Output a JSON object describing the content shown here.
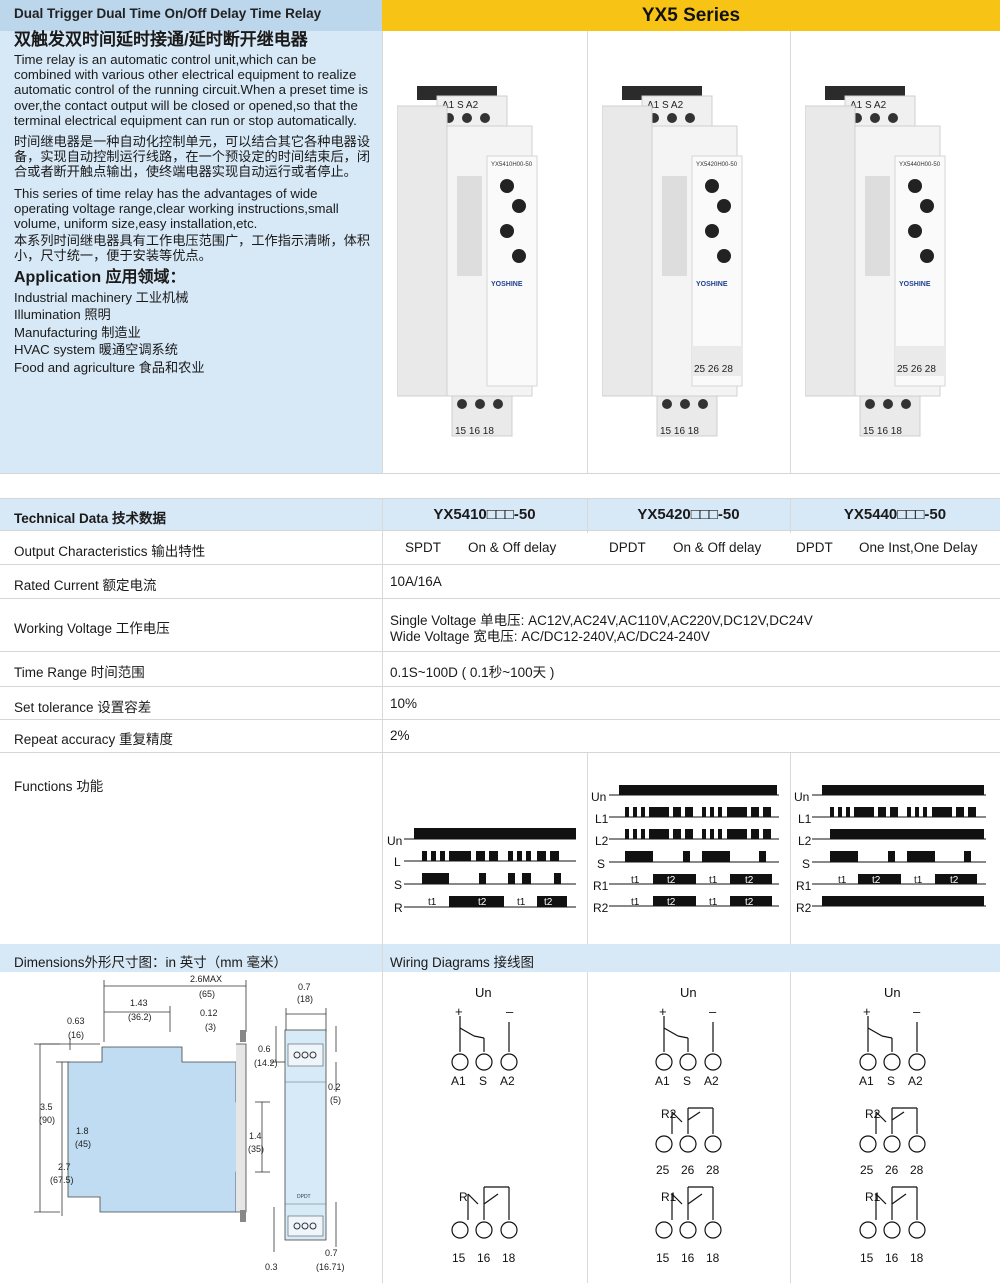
{
  "header": {
    "title": "Dual Trigger Dual Time On/Off Delay Time Relay",
    "series": "YX5 Series"
  },
  "intro": {
    "cn_title": "双触发双时间延时接通/延时断开继电器",
    "p1_en": "Time relay is an automatic control unit,which can be combined with various other electrical equipment to realize automatic control of the running circuit.When a preset time is over,the contact output will be closed or opened,so that the terminal electrical equipment can run or stop automatically.",
    "p1_cn": "时间继电器是一种自动化控制单元，可以结合其它各种电器设备，实现自动控制运行线路，在一个预设定的时间结束后，闭合或者断开触点输出，使终端电器实现自动运行或者停止。",
    "p2_en": "This series of time relay has the advantages of wide operating voltage range,clear working instructions,small volume, uniform size,easy installation,etc.",
    "p2_cn": "本系列时间继电器具有工作电压范围广，工作指示清晰，体积小，尺寸统一，便于安装等优点。",
    "app_title": "Application 应用领域：",
    "applications": [
      "Industrial machinery 工业机械",
      "Illumination 照明",
      "Manufacturing 制造业",
      "HVAC system 暖通空调系统",
      "Food and agriculture 食品和农业"
    ]
  },
  "products": [
    {
      "model_label": "YX5410H00-50",
      "brand": "YOSHINE",
      "terminals_top": "A1 S A2",
      "terminals_bottom": "15 16 18",
      "terminals_mid": ""
    },
    {
      "model_label": "YX5420H00-50",
      "brand": "YOSHINE",
      "terminals_top": "A1 S A2",
      "terminals_bottom": "15 16 18",
      "terminals_mid": "25 26 28"
    },
    {
      "model_label": "YX5440H00-50",
      "brand": "YOSHINE",
      "terminals_top": "A1 S A2",
      "terminals_bottom": "15 16 18",
      "terminals_mid": "25 26 28"
    }
  ],
  "tech": {
    "header_label": "Technical Data 技术数据",
    "models": [
      "YX5410□□□-50",
      "YX5420□□□-50",
      "YX5440□□□-50"
    ],
    "output_label": "Output Characteristics 输出特性",
    "outputs": [
      {
        "contact": "SPDT",
        "mode": "On & Off delay"
      },
      {
        "contact": "DPDT",
        "mode": "On & Off delay"
      },
      {
        "contact": "DPDT",
        "mode": "One Inst,One Delay"
      }
    ],
    "current_label": "Rated Current 额定电流",
    "current": "10A/16A",
    "voltage_label": "Working Voltage 工作电压",
    "voltage_single": "Single Voltage 单电压: AC12V,AC24V,AC110V,AC220V,DC12V,DC24V",
    "voltage_wide": "Wide Voltage 宽电压: AC/DC12-240V,AC/DC24-240V",
    "range_label": "Time Range 时间范围",
    "range": "0.1S~100D ( 0.1秒~100天 )",
    "tolerance_label": "Set tolerance 设置容差",
    "tolerance": "10%",
    "repeat_label": "Repeat accuracy 重复精度",
    "repeat": "2%",
    "functions_label": "Functions 功能"
  },
  "timing": {
    "d1_rows": [
      "Un",
      "L",
      "S",
      "R"
    ],
    "d2_rows": [
      "Un",
      "L1",
      "L2",
      "S",
      "R1",
      "R2"
    ],
    "d3_rows": [
      "Un",
      "L1",
      "L2",
      "S",
      "R1",
      "R2"
    ],
    "t1": "t1",
    "t2": "t2"
  },
  "bottom": {
    "dim_label": "Dimensions外形尺寸图：in 英寸（mm 毫米）",
    "wiring_label": "Wiring Diagrams 接线图"
  },
  "dimensions": {
    "w_total": "2.6MAX",
    "w_total_mm": "(65)",
    "w_143": "1.43",
    "w_143_mm": "(36.2)",
    "w_063": "0.63",
    "w_063_mm": "(16)",
    "w_012": "0.12",
    "w_012_mm": "(3)",
    "h_35": "3.5",
    "h_35_mm": "(90)",
    "h_18": "1.8",
    "h_18_mm": "(45)",
    "h_27": "2.7",
    "h_27_mm": "(67.5)",
    "s_07": "0.7",
    "s_07_mm": "(18)",
    "s_06": "0.6",
    "s_06_mm": "(14.2)",
    "s_02": "0.2",
    "s_02_mm": "(5)",
    "s_14": "1.4",
    "s_14_mm": "(35)",
    "s_07b": "0.7",
    "s_07b_mm": "(16.71)",
    "s_03": "0.3",
    "dpdt": "DPDT"
  },
  "wiring": {
    "supply": "Un",
    "plus": "+",
    "minus": "–",
    "terminals_top": [
      "A1",
      "S",
      "A2"
    ],
    "r_label": "R",
    "r1_label": "R1",
    "r2_label": "R2",
    "terminals_r1": [
      "15",
      "16",
      "18"
    ],
    "terminals_r2": [
      "25",
      "26",
      "28"
    ]
  }
}
